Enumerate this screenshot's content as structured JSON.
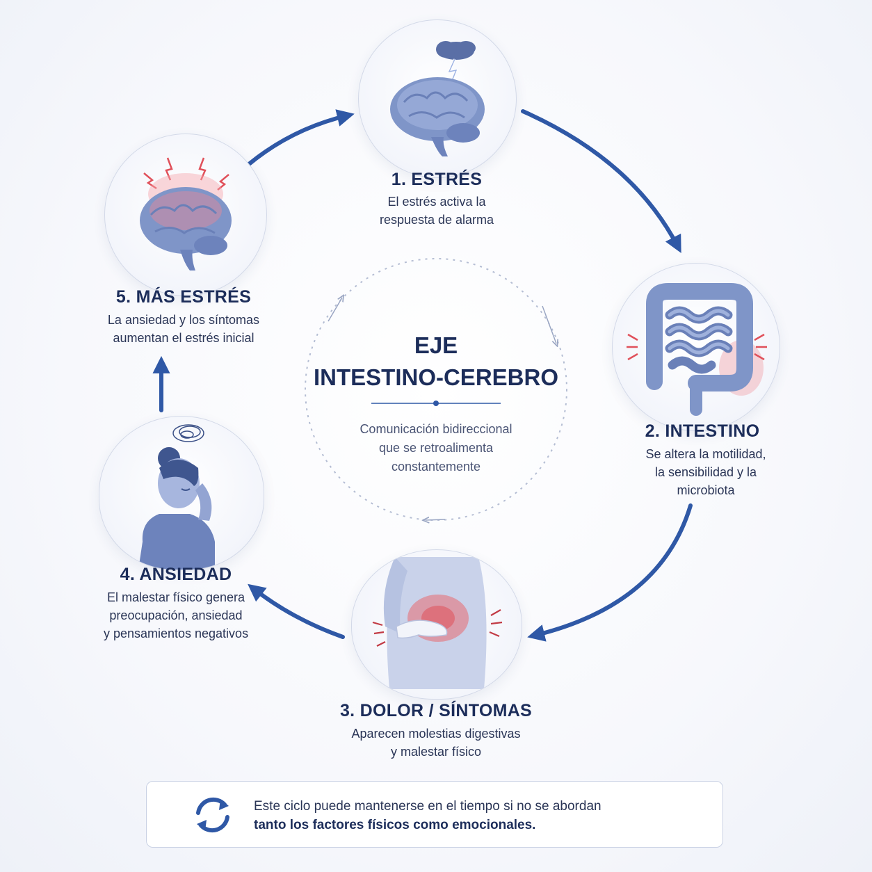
{
  "center": {
    "title": "EJE\nINTESTINO-CEREBRO",
    "description": "Comunicación bidireccional\nque se retroalimenta\nconstantemente"
  },
  "steps": [
    {
      "title": "1. ESTRÉS",
      "description": "El estrés activa la\nrespuesta de alarma",
      "icon": "stressed-brain-storm-icon"
    },
    {
      "title": "2. INTESTINO",
      "description": "Se altera la motilidad,\nla sensibilidad y la\nmicrobiota",
      "icon": "intestine-icon"
    },
    {
      "title": "3. DOLOR / SÍNTOMAS",
      "description": "Aparecen molestias digestivas\ny malestar físico",
      "icon": "abdominal-pain-icon"
    },
    {
      "title": "4. ANSIEDAD",
      "description": "El malestar físico genera\npreocupación, ansiedad\ny pensamientos negativos",
      "icon": "anxious-woman-icon"
    },
    {
      "title": "5. MÁS ESTRÉS",
      "description": "La ansiedad y los síntomas\naumentan el estrés inicial",
      "icon": "inflamed-brain-icon"
    }
  ],
  "note": {
    "line1": "Este ciclo puede mantenerse en el tiempo si no se abordan",
    "line2": "tanto los factores físicos como emocionales.",
    "icon": "cycle-arrows-icon"
  },
  "colors": {
    "accent": "#2f58a6",
    "dark_text": "#1c2d5a",
    "alert": "#e0505a",
    "organ": "#7f95c8"
  }
}
